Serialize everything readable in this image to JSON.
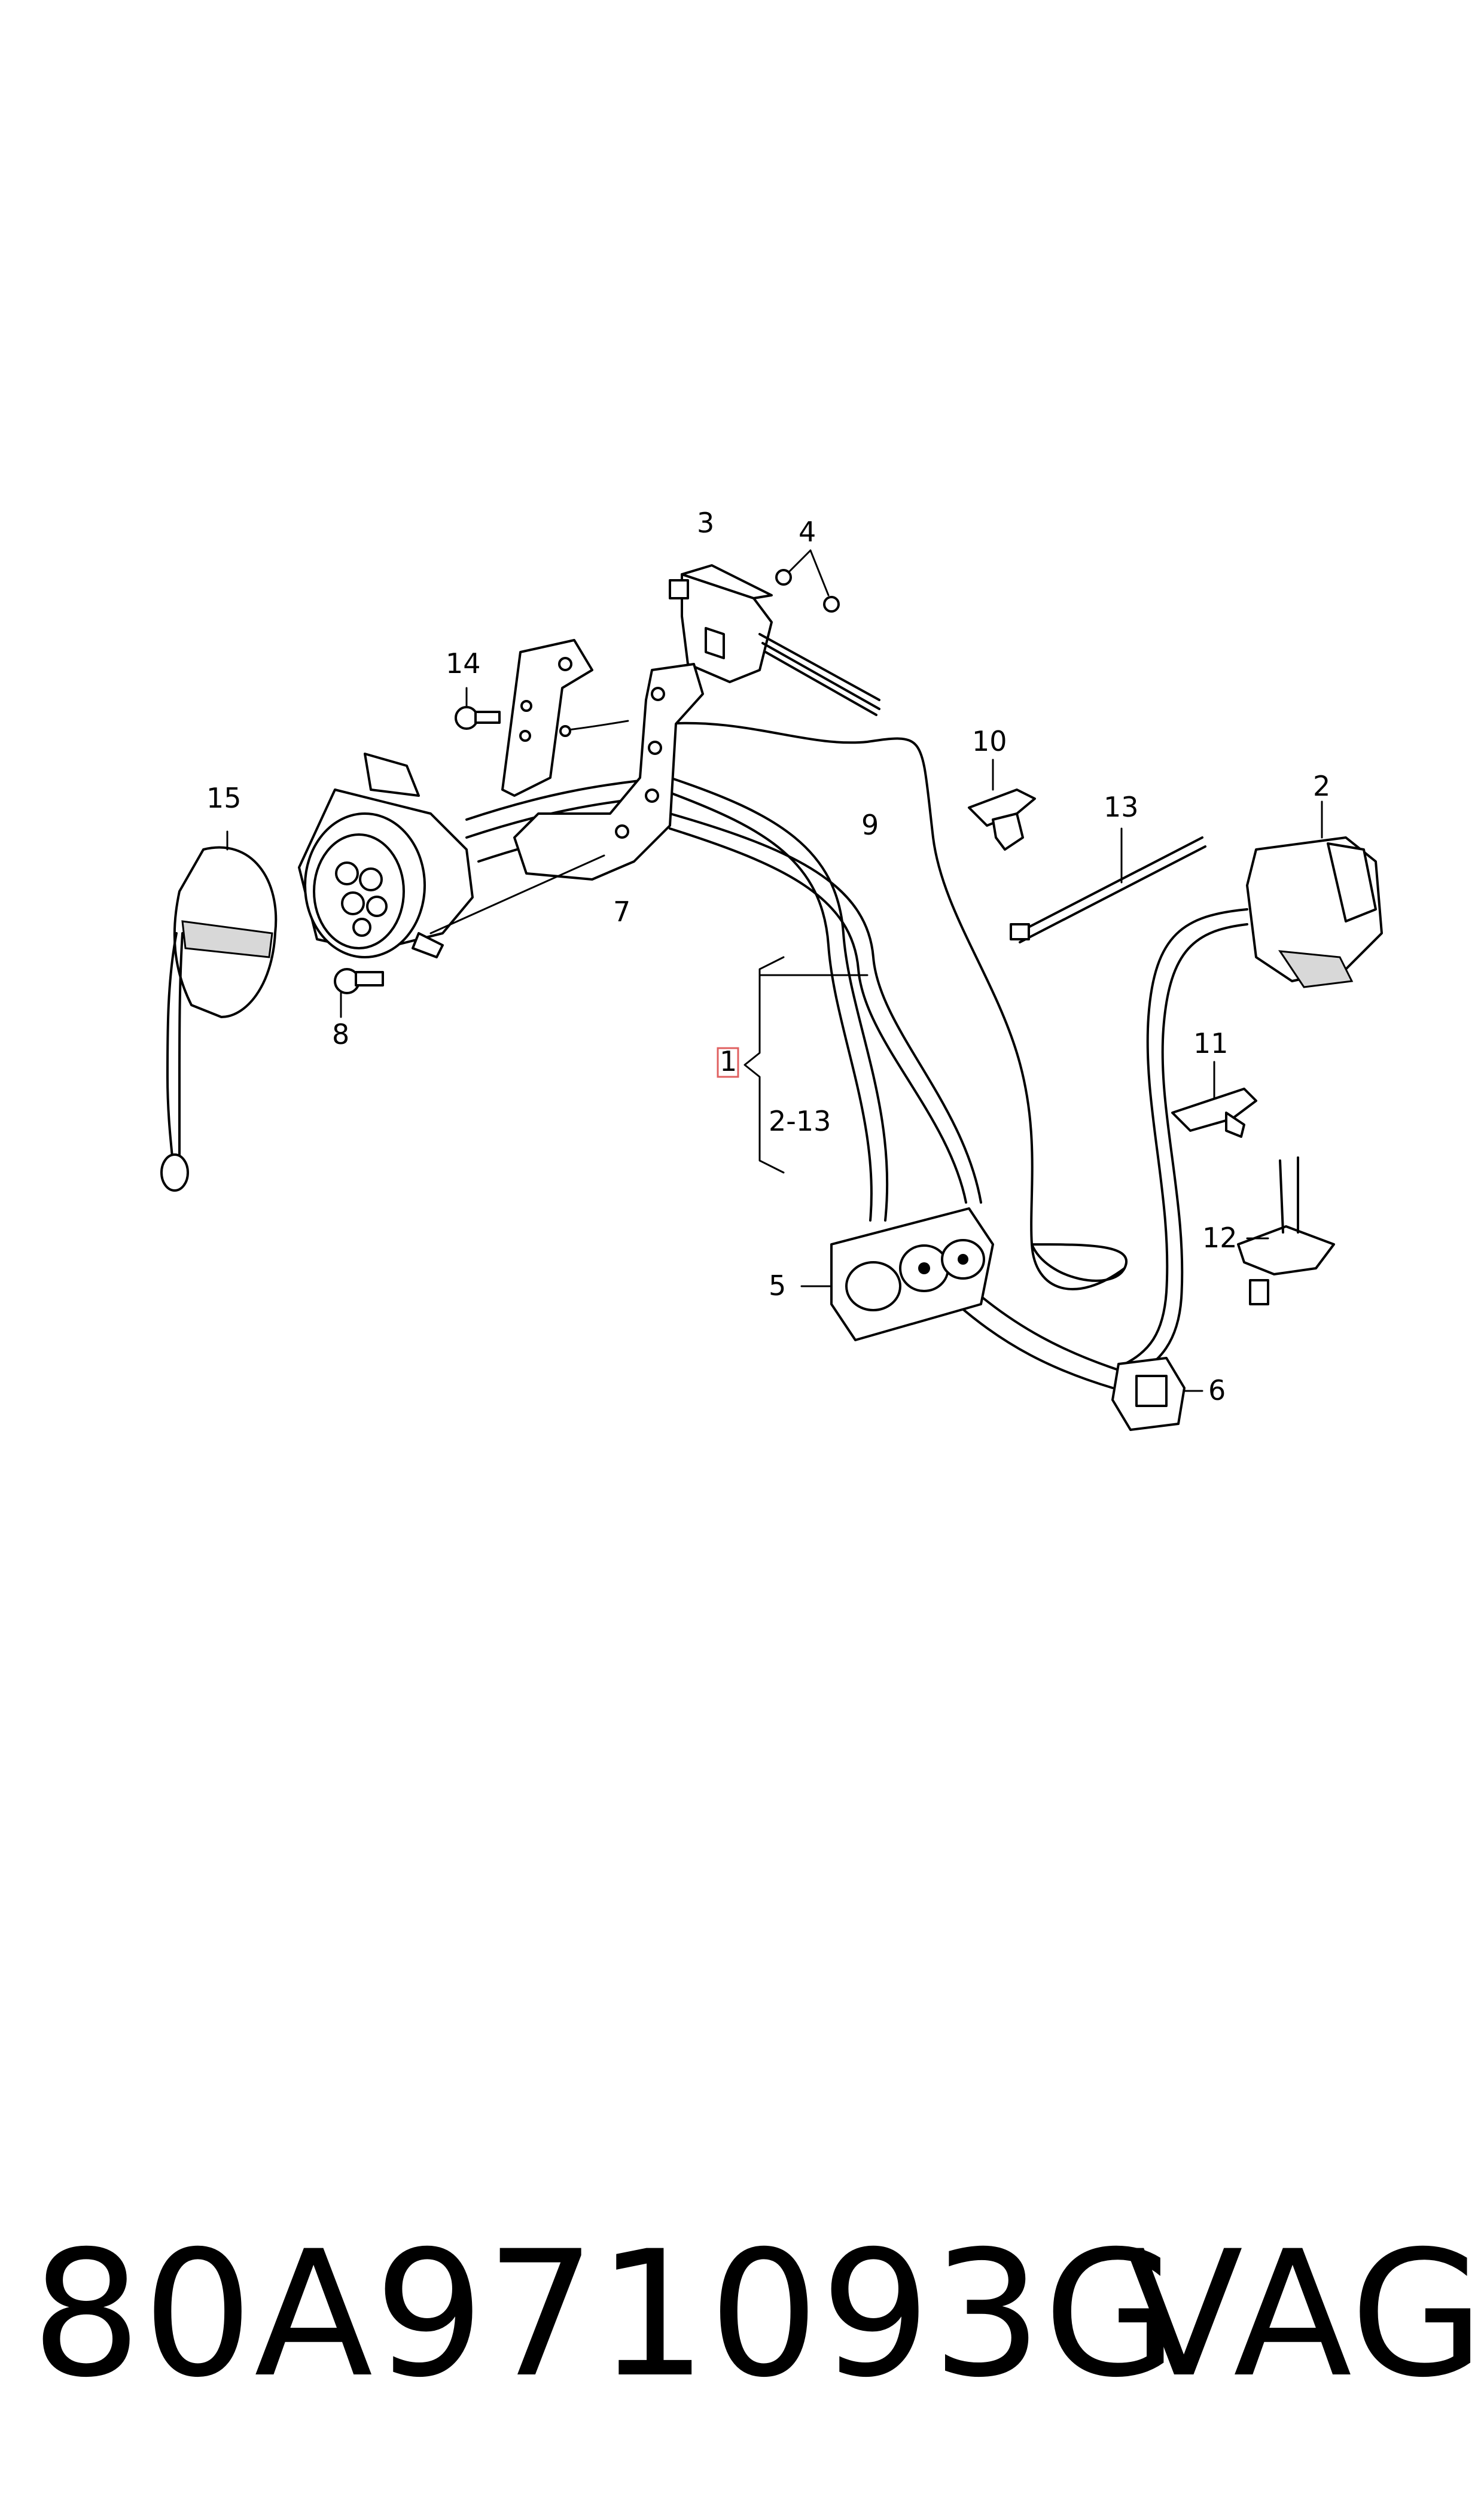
{
  "diagram": {
    "callouts": {
      "c1": "1",
      "c1_range": "2-13",
      "c2": "2",
      "c3": "3",
      "c4": "4",
      "c5": "5",
      "c6": "6",
      "c7": "7",
      "c8": "8",
      "c9": "9",
      "c10": "10",
      "c11": "11",
      "c12": "12",
      "c13": "13",
      "c14": "14",
      "c15": "15"
    },
    "highlight_color": "#e06060"
  },
  "footer": {
    "part_number": "80A971093G",
    "brand": "VAG"
  }
}
